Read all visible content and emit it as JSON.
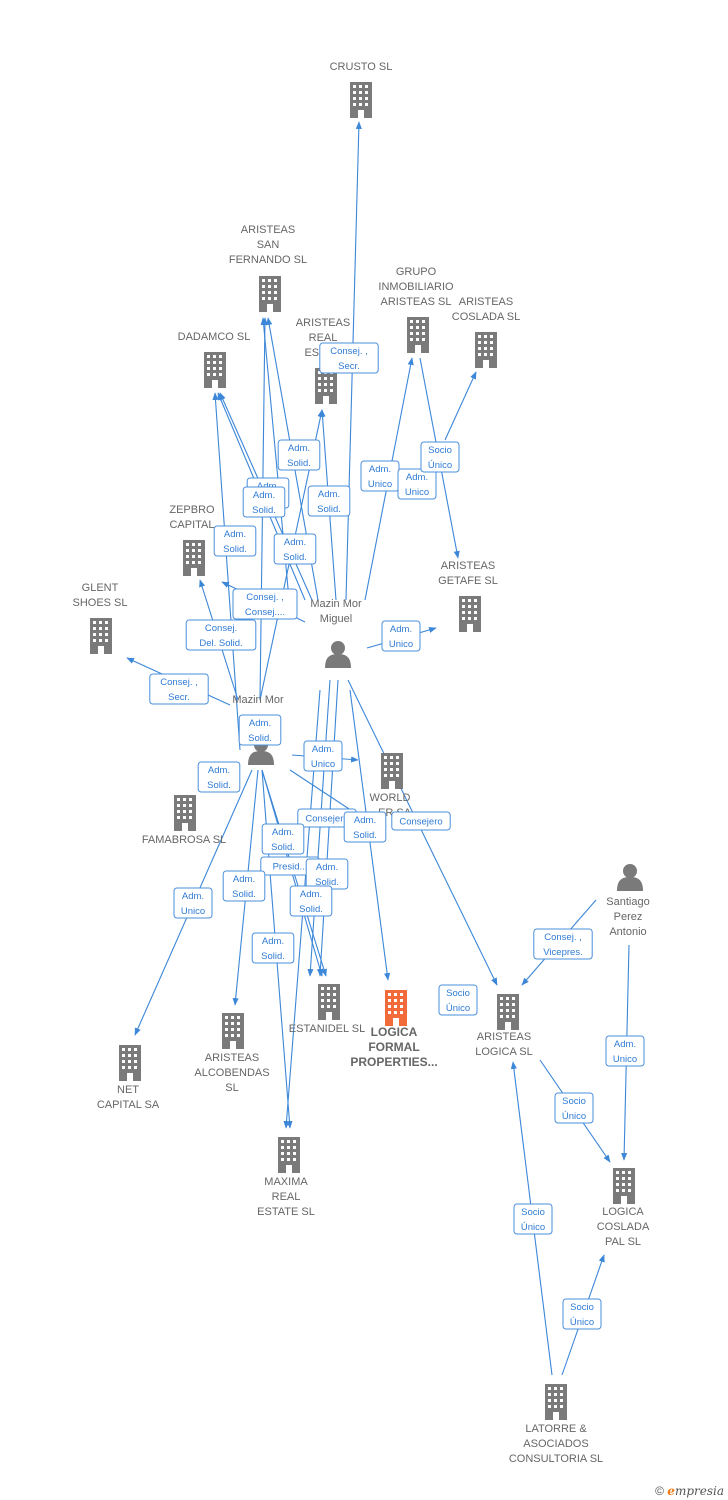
{
  "colors": {
    "edge": "#3c87d8",
    "building": "#7a7a7a",
    "highlight": "#f26b3a",
    "person": "#7a7a7a"
  },
  "nodes": [
    {
      "id": "crusto",
      "type": "company",
      "lines": [
        "CRUSTO SL"
      ]
    },
    {
      "id": "aristeas_sf",
      "type": "company",
      "lines": [
        "ARISTEAS",
        "SAN",
        "FERNANDO  SL"
      ]
    },
    {
      "id": "grupo",
      "type": "company",
      "lines": [
        "GRUPO",
        "INMOBILIARIO",
        "ARISTEAS SL"
      ]
    },
    {
      "id": "aristeas_coslada",
      "type": "company",
      "lines": [
        "ARISTEAS",
        "COSLADA SL"
      ]
    },
    {
      "id": "dadamco",
      "type": "company",
      "lines": [
        "DADAMCO SL"
      ]
    },
    {
      "id": "aristeas_real",
      "type": "company",
      "lines": [
        "ARISTEAS",
        "REAL",
        "ESTA..."
      ]
    },
    {
      "id": "zepbro",
      "type": "company",
      "lines": [
        "ZEPBRO",
        "CAPITAL"
      ]
    },
    {
      "id": "aristeas_getafe",
      "type": "company",
      "lines": [
        "ARISTEAS",
        "GETAFE  SL"
      ]
    },
    {
      "id": "glent",
      "type": "company",
      "lines": [
        "GLENT",
        "SHOES  SL"
      ]
    },
    {
      "id": "mazin_miguel",
      "type": "person",
      "lines": [
        "Mazin Mor",
        "Miguel"
      ]
    },
    {
      "id": "mazin_mor",
      "type": "person",
      "lines": [
        "Mazin Mor"
      ]
    },
    {
      "id": "famabrosa",
      "type": "company",
      "lines": [
        "FAMABROSA SL"
      ]
    },
    {
      "id": "world",
      "type": "company",
      "lines": [
        "WORLD",
        "...ER SA"
      ]
    },
    {
      "id": "santiago",
      "type": "person",
      "lines": [
        "Santiago",
        "Perez",
        "Antonio"
      ]
    },
    {
      "id": "net_capital",
      "type": "company",
      "lines": [
        "NET",
        "CAPITAL SA"
      ]
    },
    {
      "id": "aristeas_alcobendas",
      "type": "company",
      "lines": [
        "ARISTEAS",
        "ALCOBENDAS",
        "SL"
      ]
    },
    {
      "id": "estanidel",
      "type": "company",
      "lines": [
        "ESTANIDEL SL"
      ]
    },
    {
      "id": "logica_formal",
      "type": "company",
      "highlight": true,
      "lines": [
        "LOGICA",
        "FORMAL",
        "PROPERTIES..."
      ]
    },
    {
      "id": "aristeas_logica",
      "type": "company",
      "lines": [
        "ARISTEAS",
        "LOGICA  SL"
      ]
    },
    {
      "id": "maxima",
      "type": "company",
      "lines": [
        "MAXIMA",
        "REAL",
        "ESTATE  SL"
      ]
    },
    {
      "id": "logica_coslada",
      "type": "company",
      "lines": [
        "LOGICA",
        "COSLADA",
        "PAL  SL"
      ]
    },
    {
      "id": "latorre",
      "type": "company",
      "lines": [
        "LATORRE &",
        "ASOCIADOS",
        "CONSULTORIA SL"
      ]
    }
  ],
  "edge_labels": [
    {
      "id": "l1",
      "lines": [
        "Consej. ,",
        "Secr."
      ]
    },
    {
      "id": "l2",
      "lines": [
        "Adm.",
        "Solid."
      ]
    },
    {
      "id": "l3",
      "lines": [
        "Socio",
        "Único"
      ]
    },
    {
      "id": "l4",
      "lines": [
        "Adm.",
        "Unico"
      ]
    },
    {
      "id": "l5",
      "lines": [
        "Adm.",
        "Unico"
      ]
    },
    {
      "id": "l6",
      "lines": [
        "Adm.",
        "Solid."
      ]
    },
    {
      "id": "l7",
      "lines": [
        "Adm.",
        "Solid."
      ]
    },
    {
      "id": "l8",
      "lines": [
        "Adm.",
        "Solid."
      ]
    },
    {
      "id": "l9",
      "lines": [
        "Adm.",
        "Solid."
      ]
    },
    {
      "id": "l10",
      "lines": [
        "Adm.",
        "Solid."
      ]
    },
    {
      "id": "l11",
      "lines": [
        "Consej. ,",
        "Consej...."
      ]
    },
    {
      "id": "l12",
      "lines": [
        "Consej.",
        "Del. Solid."
      ]
    },
    {
      "id": "l13",
      "lines": [
        "Adm.",
        "Unico"
      ]
    },
    {
      "id": "l14",
      "lines": [
        "Consej. ,",
        "Secr."
      ]
    },
    {
      "id": "l15",
      "lines": [
        "Adm.",
        "Solid."
      ]
    },
    {
      "id": "l16",
      "lines": [
        "Adm.",
        "Solid."
      ]
    },
    {
      "id": "l17",
      "lines": [
        "Adm.",
        "Unico"
      ]
    },
    {
      "id": "l18",
      "lines": [
        "Consejero"
      ]
    },
    {
      "id": "l19",
      "lines": [
        "Adm.",
        "Solid."
      ]
    },
    {
      "id": "l20",
      "lines": [
        "Consejero"
      ]
    },
    {
      "id": "l21",
      "lines": [
        "Adm.",
        "Solid."
      ]
    },
    {
      "id": "l22",
      "lines": [
        "Presid..."
      ]
    },
    {
      "id": "l23",
      "lines": [
        "Adm.",
        "Solid."
      ]
    },
    {
      "id": "l24",
      "lines": [
        "Adm.",
        "Solid."
      ]
    },
    {
      "id": "l25",
      "lines": [
        "Adm.",
        "Solid."
      ]
    },
    {
      "id": "l26",
      "lines": [
        "Adm.",
        "Unico"
      ]
    },
    {
      "id": "l27",
      "lines": [
        "Adm.",
        "Solid."
      ]
    },
    {
      "id": "l28",
      "lines": [
        "Consej. ,",
        "Vicepres."
      ]
    },
    {
      "id": "l29",
      "lines": [
        "Socio",
        "Único"
      ]
    },
    {
      "id": "l30",
      "lines": [
        "Adm.",
        "Unico"
      ]
    },
    {
      "id": "l31",
      "lines": [
        "Socio",
        "Único"
      ]
    },
    {
      "id": "l32",
      "lines": [
        "Socio",
        "Único"
      ]
    },
    {
      "id": "l33",
      "lines": [
        "Socio",
        "Único"
      ]
    }
  ],
  "footer": {
    "copyright": "©",
    "brand_first": "e",
    "brand_rest": "mpresia"
  }
}
